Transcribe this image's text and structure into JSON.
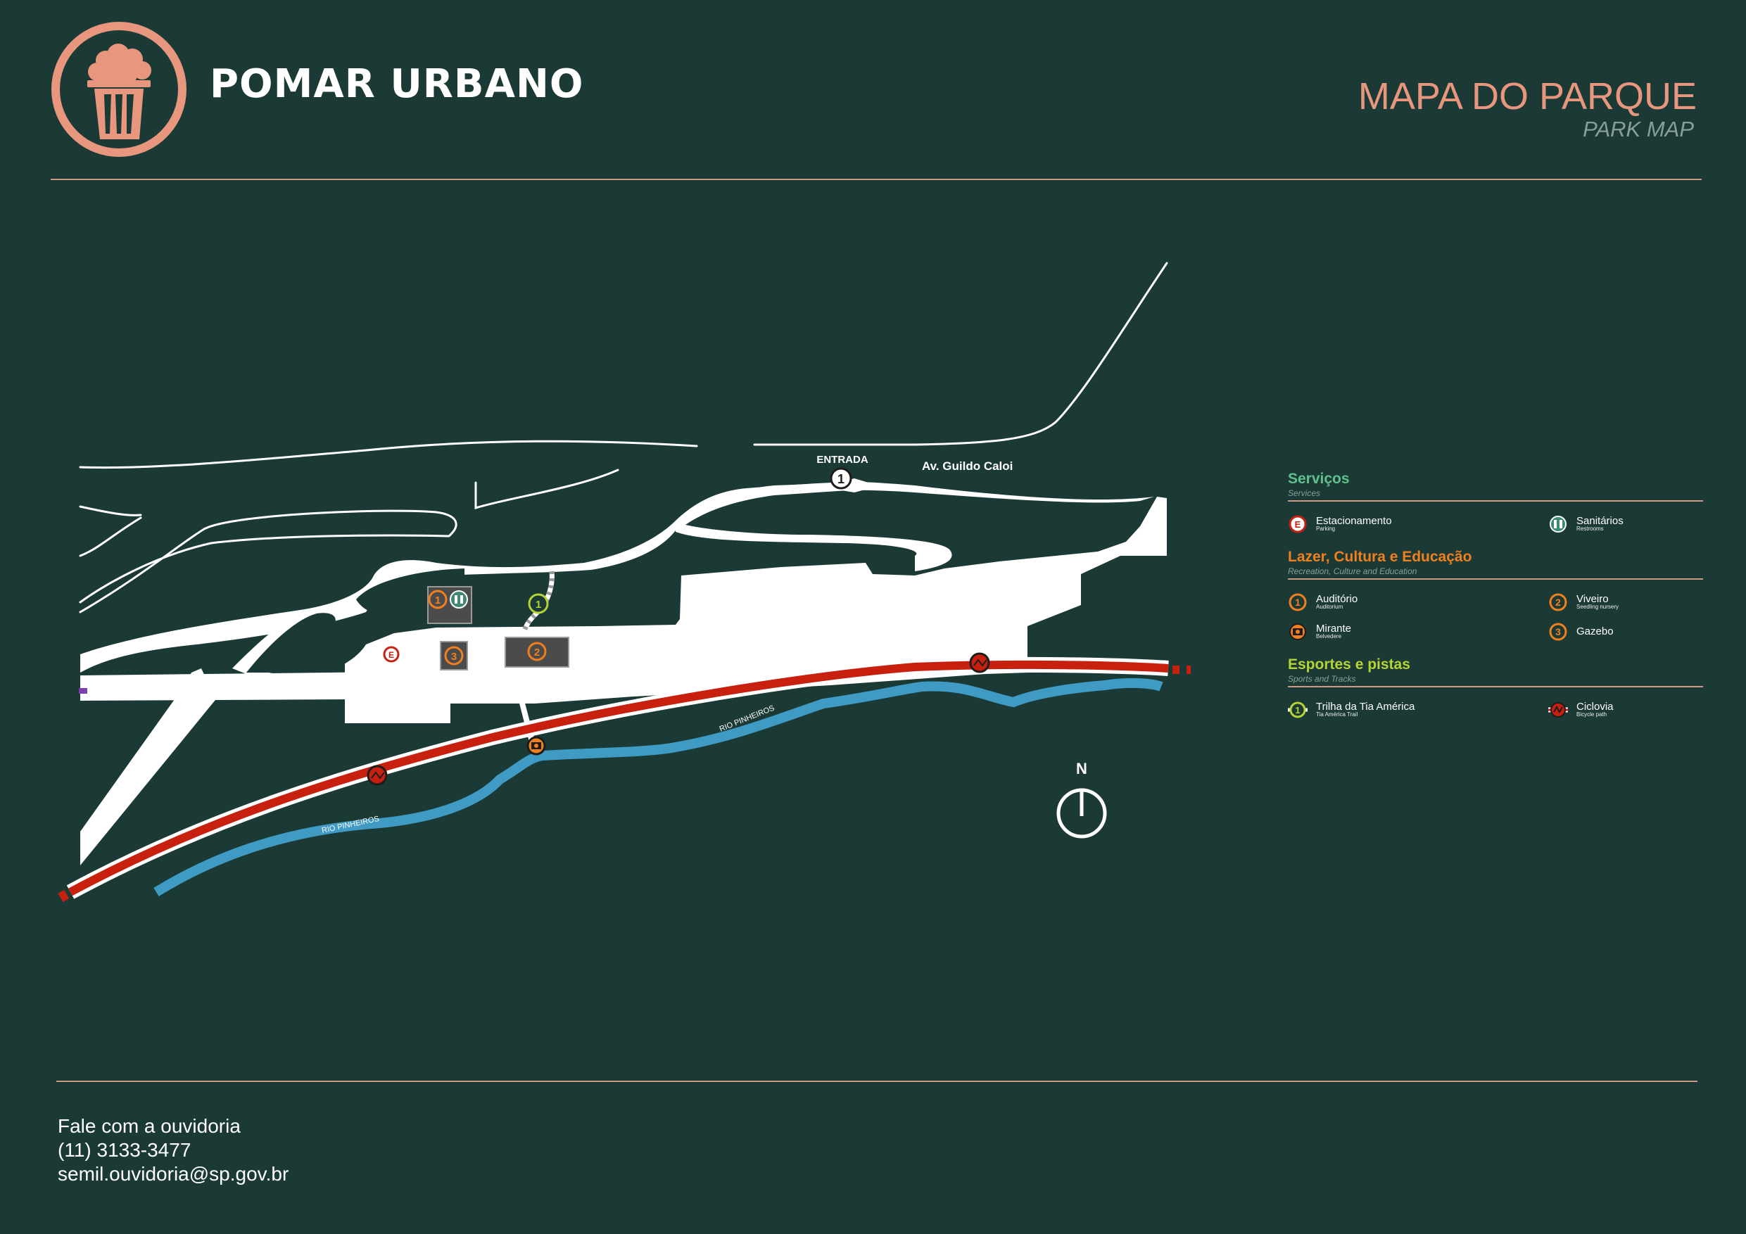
{
  "header": {
    "park_name": "POMAR URBANO",
    "map_title": "MAPA DO PARQUE",
    "map_subtitle": "PARK MAP",
    "logo_icon": "orchard-tree-logo-icon"
  },
  "map": {
    "entrance_label": "ENTRADA",
    "entrance_number": "1",
    "street_name": "Av. Guildo Caloi",
    "river_label": "RIO PINHEIROS",
    "north_label": "N",
    "markers": {
      "auditorio": "1",
      "viveiro": "2",
      "gazebo": "3",
      "trail": "1",
      "parking": "E"
    }
  },
  "legend": {
    "sections": [
      {
        "title": "Serviços",
        "subtitle": "Services",
        "color": "#5fc08e",
        "items": [
          {
            "label": "Estacionamento",
            "sublabel": "Parking",
            "icon": "parking-icon"
          },
          {
            "label": "Sanitários",
            "sublabel": "Restrooms",
            "icon": "restroom-icon"
          }
        ]
      },
      {
        "title": "Lazer, Cultura e Educação",
        "subtitle": "Recreation, Culture and Education",
        "color": "#f07f1e",
        "items": [
          {
            "label": "Auditório",
            "sublabel": "Auditorium",
            "icon": "number-1-icon",
            "number": "1"
          },
          {
            "label": "Viveiro",
            "sublabel": "Seedling nursery",
            "icon": "number-2-icon",
            "number": "2"
          },
          {
            "label": "Mirante",
            "sublabel": "Belvedere",
            "icon": "camera-icon"
          },
          {
            "label": "Gazebo",
            "sublabel": "",
            "icon": "number-3-icon",
            "number": "3"
          }
        ]
      },
      {
        "title": "Esportes e pistas",
        "subtitle": "Sports and Tracks",
        "color": "#b5d334",
        "items": [
          {
            "label": "Trilha da Tia América",
            "sublabel": "Tia América Trail",
            "icon": "trail-icon",
            "number": "1"
          },
          {
            "label": "Ciclovia",
            "sublabel": "Bicycle path",
            "icon": "bicycle-icon"
          }
        ]
      }
    ]
  },
  "contact": {
    "line1": "Fale com a ouvidoria",
    "phone": "(11) 3133-3477",
    "email": "semil.ouvidoria@sp.gov.br"
  },
  "colors": {
    "background": "#1c3a35",
    "accent": "#e8967e",
    "bike_path": "#c8200f",
    "river": "#3f9bc4",
    "path_white": "#ffffff"
  }
}
